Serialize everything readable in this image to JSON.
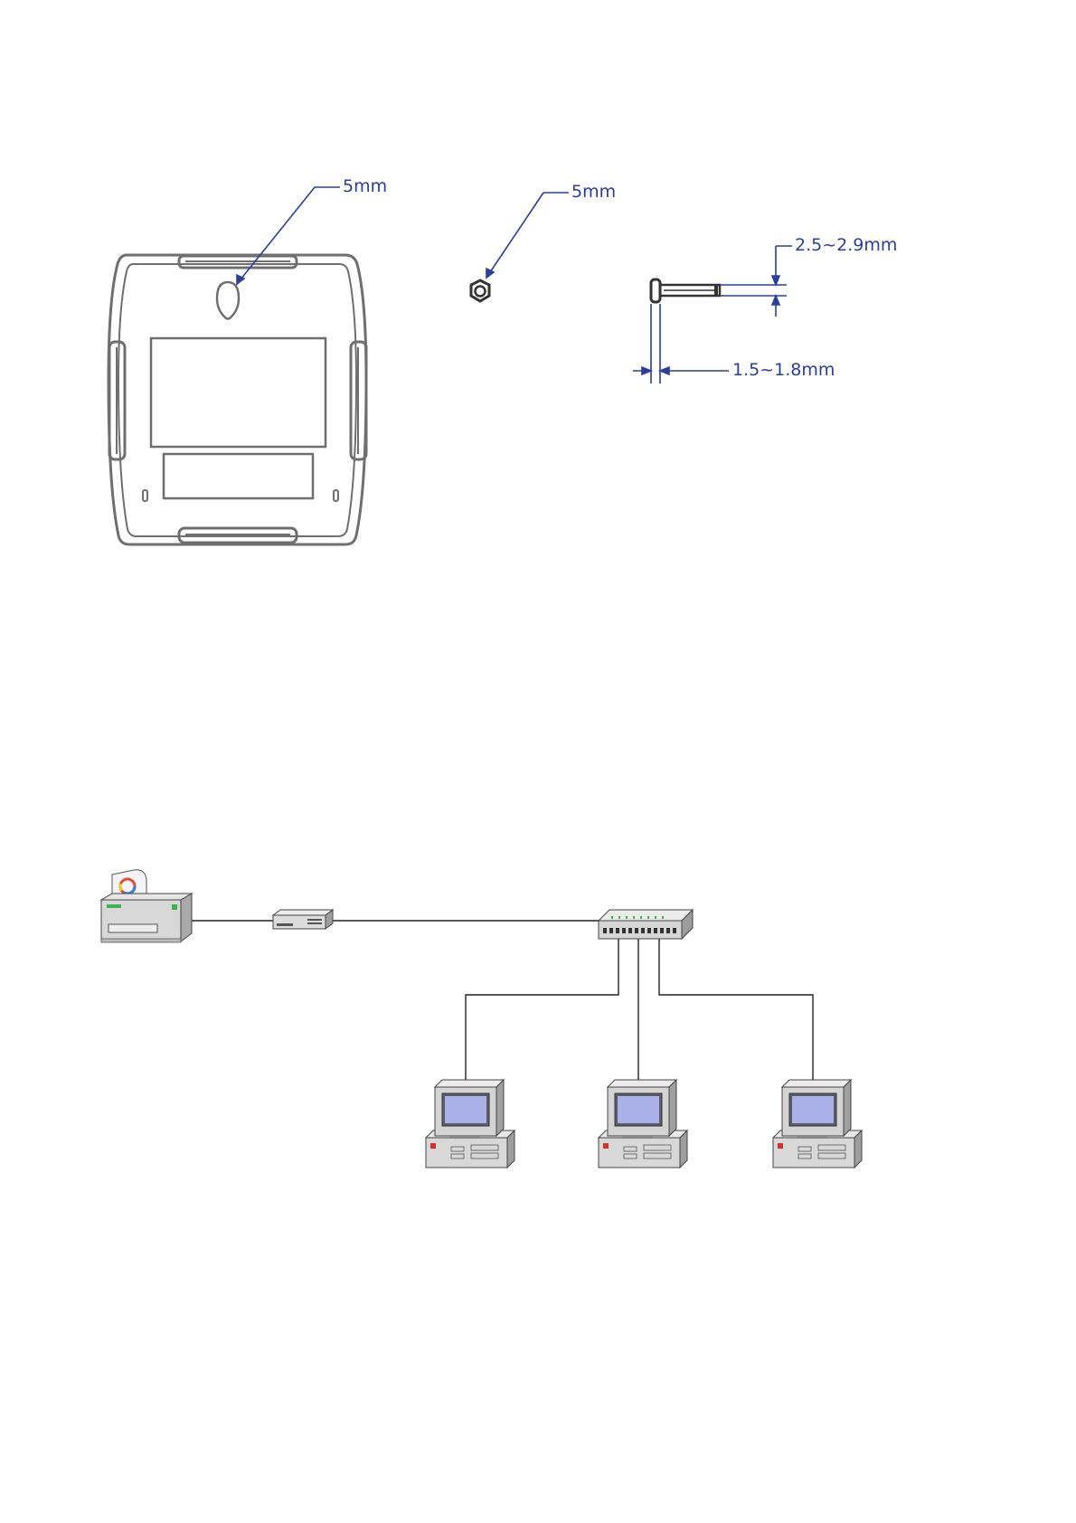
{
  "mounting": {
    "device_hole_label": "5mm",
    "nut_label": "5mm",
    "screw_shaft_label": "2.5~2.9mm",
    "screw_head_label": "1.5~1.8mm"
  },
  "network": {
    "printer_icon": "printer-icon",
    "print_server_icon": "print-server-icon",
    "hub_icon": "network-hub-icon",
    "computer_icon": "desktop-computer-icon",
    "computer_count": 3
  },
  "colors": {
    "dimension": "#2b3f9a",
    "line_art": "#6f6f6f",
    "monitor_screen": "#aab0e8",
    "printer_led": "#3fb34f",
    "computer_led": "#d0312d"
  }
}
